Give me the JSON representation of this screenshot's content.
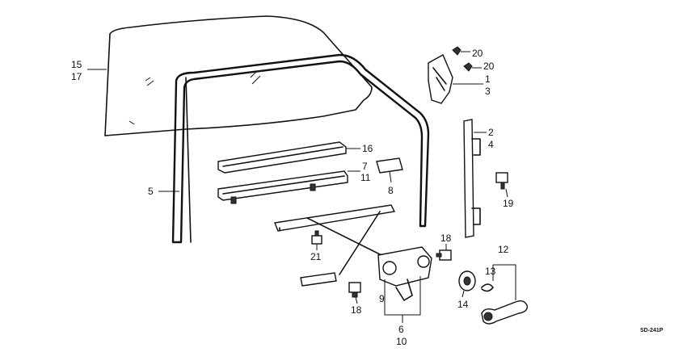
{
  "callouts": {
    "c15": "15",
    "c17": "17",
    "c5": "5",
    "c16": "16",
    "c7": "7",
    "c11": "11",
    "c8": "8",
    "c20a": "20",
    "c20b": "20",
    "c1": "1",
    "c3": "3",
    "c2": "2",
    "c4": "4",
    "c19": "19",
    "c18a": "18",
    "c21": "21",
    "c9": "9",
    "c18b": "18",
    "c14": "14",
    "c12": "12",
    "c13": "13",
    "c6": "6",
    "c10": "10"
  },
  "diagram_code": "SD-241P",
  "parts": [
    "door-glass",
    "glass-run-channel",
    "outer-weatherstrip",
    "inner-weatherstrip",
    "glass-stop",
    "vent-bracket",
    "rear-guide-rail",
    "window-regulator",
    "regulator-handle",
    "handle-spacer",
    "handle-clip",
    "bolts",
    "screws"
  ]
}
